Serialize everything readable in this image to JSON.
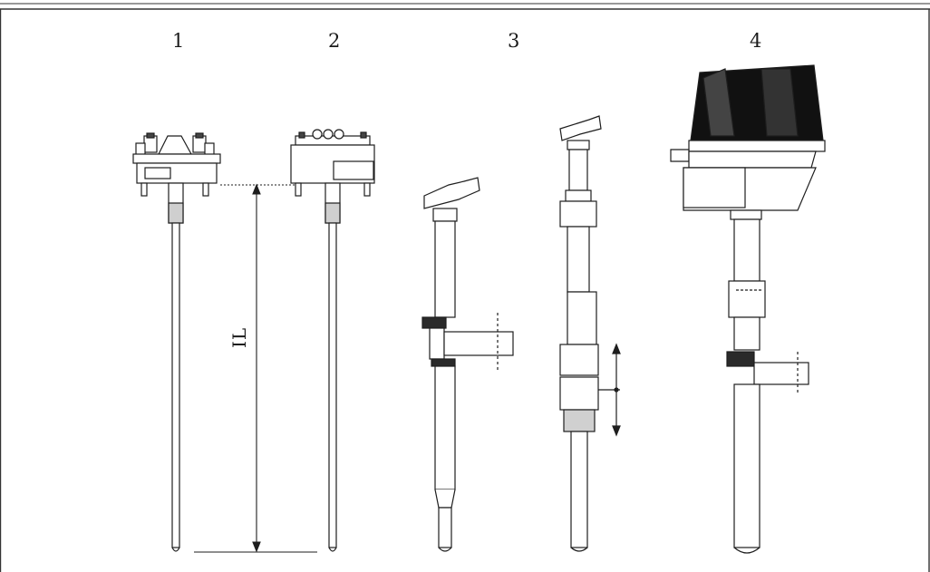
{
  "labels": {
    "item1": "1",
    "item2": "2",
    "item3": "3",
    "item4": "4",
    "dimension": "IL"
  },
  "colors": {
    "stroke": "#1e1e1e",
    "fill_light": "#ffffff",
    "fill_grey": "#d9d9d9",
    "fill_dark": "#2a2a2a"
  }
}
